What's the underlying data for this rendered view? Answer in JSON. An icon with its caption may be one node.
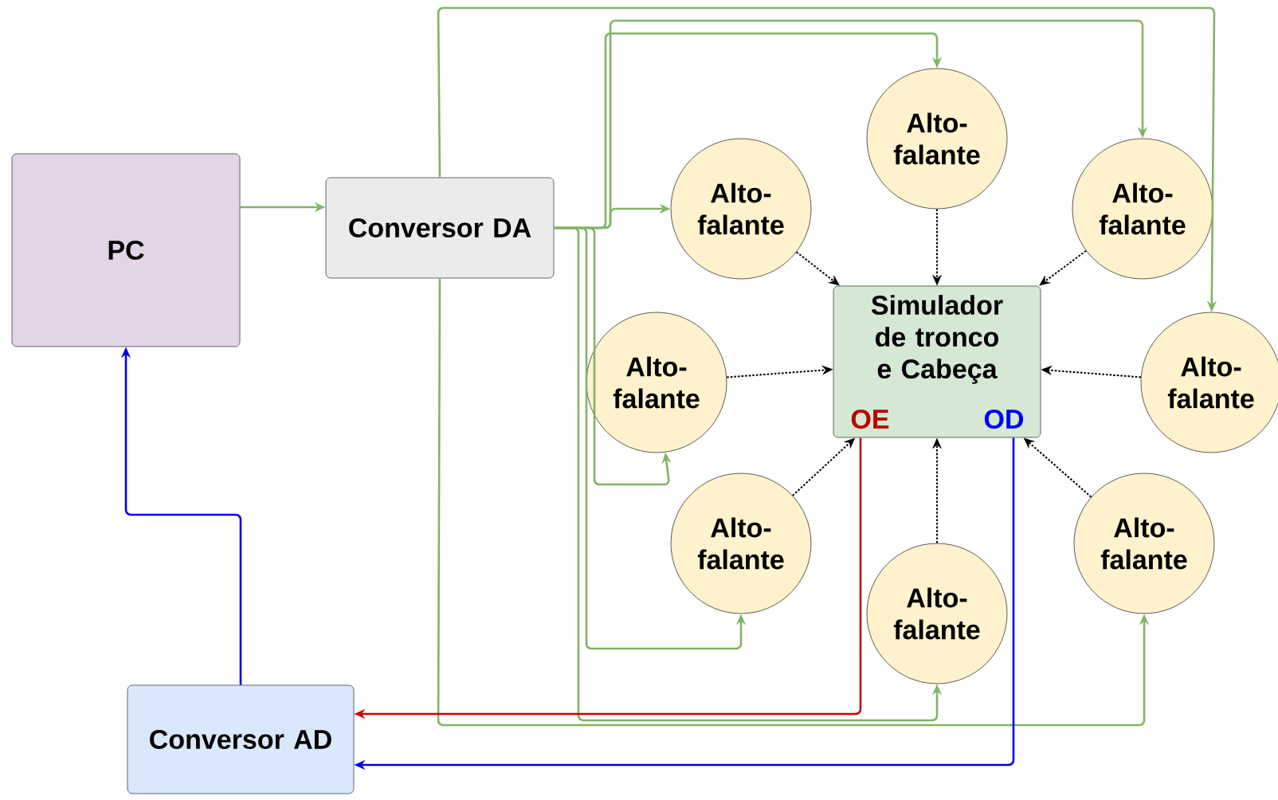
{
  "diagram": {
    "nodes": [
      {
        "text": [
          "PC"
        ]
      },
      {
        "text": [
          "Conversor DA"
        ]
      },
      {
        "text": [
          "Conversor AD"
        ]
      },
      {
        "text": [
          "Simulador de tronco e Cabeça",
          "OE",
          "OD"
        ]
      },
      {
        "text": [
          "Alto-falante"
        ]
      },
      {
        "text": [
          "Alto-falante"
        ]
      },
      {
        "text": [
          "Alto-falante"
        ]
      },
      {
        "text": [
          "Alto-falante"
        ]
      },
      {
        "text": [
          "Alto-falante"
        ]
      },
      {
        "text": [
          "Alto-falante"
        ]
      },
      {
        "text": [
          "Alto-falante"
        ]
      },
      {
        "text": [
          "Alto-falante"
        ]
      }
    ],
    "edges": [
      {
        "from": 0,
        "to": 1,
        "arrow": "to"
      },
      {
        "from": 1,
        "to": 5,
        "arrow": "to"
      },
      {
        "from": 1,
        "to": 4,
        "arrow": "to"
      },
      {
        "from": 1,
        "to": 6,
        "arrow": "to"
      },
      {
        "from": 1,
        "to": 8,
        "arrow": "to"
      },
      {
        "from": 1,
        "to": 7,
        "arrow": "to"
      },
      {
        "from": 1,
        "to": 9,
        "arrow": "to"
      },
      {
        "from": 1,
        "to": 11,
        "arrow": "to"
      },
      {
        "from": 1,
        "to": 10,
        "arrow": "to"
      },
      {
        "from": 4,
        "to": 3,
        "arrow": "to",
        "style": "dashed",
        "color": "#000000"
      },
      {
        "from": 5,
        "to": 3,
        "arrow": "to",
        "style": "dashed",
        "color": "#000000"
      },
      {
        "from": 6,
        "to": 3,
        "arrow": "to",
        "style": "dashed",
        "color": "#000000"
      },
      {
        "from": 7,
        "to": 3,
        "arrow": "to",
        "style": "dashed",
        "color": "#000000"
      },
      {
        "from": 8,
        "to": 3,
        "arrow": "to",
        "style": "dashed",
        "color": "#000000"
      },
      {
        "from": 9,
        "to": 3,
        "arrow": "to",
        "style": "dashed",
        "color": "#000000"
      },
      {
        "from": 11,
        "to": 3,
        "arrow": "to",
        "style": "dashed",
        "color": "#000000"
      },
      {
        "from": 10,
        "to": 3,
        "arrow": "to",
        "style": "dashed",
        "color": "#000000"
      },
      {
        "from": 3,
        "to": 2,
        "arrow": "to",
        "color": "#cc0000"
      },
      {
        "from": 3,
        "to": 2,
        "arrow": "to",
        "color": "#0000ee"
      },
      {
        "from": 2,
        "to": 0,
        "arrow": "to",
        "color": "#0000ee"
      }
    ]
  }
}
